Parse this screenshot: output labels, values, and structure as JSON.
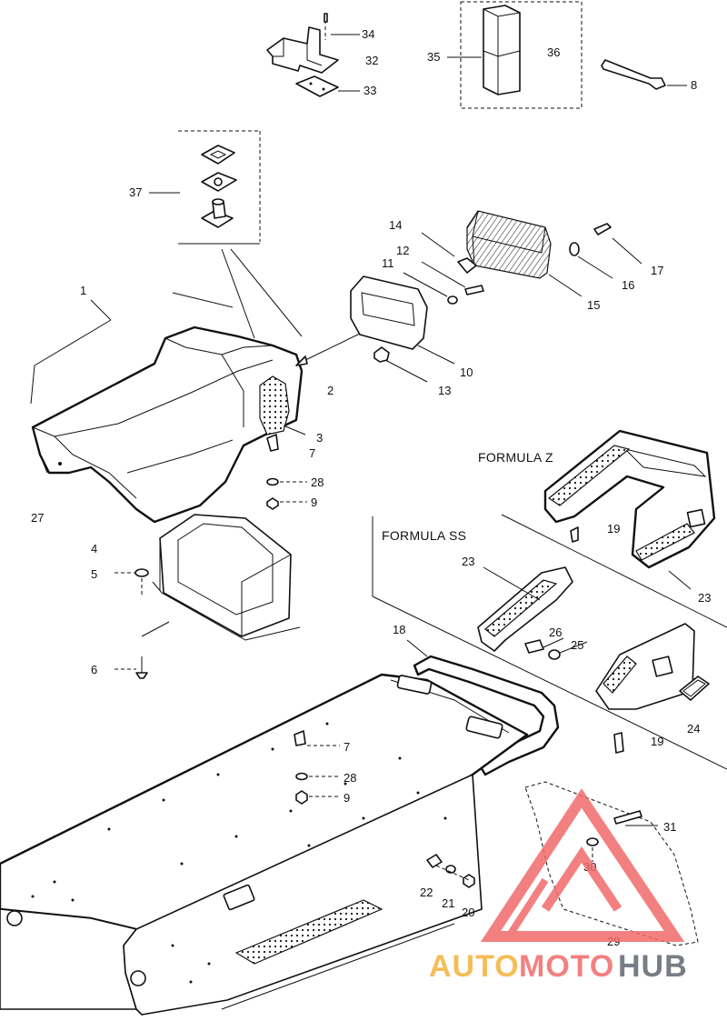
{
  "variants": {
    "formula_z": "FORMULA Z",
    "formula_ss": "FORMULA SS"
  },
  "callouts": {
    "c1": "1",
    "c2": "2",
    "c3": "3",
    "c4": "4",
    "c5": "5",
    "c6": "6",
    "c7a": "7",
    "c7b": "7",
    "c8": "8",
    "c9a": "9",
    "c9b": "9",
    "c10": "10",
    "c11": "11",
    "c12": "12",
    "c13": "13",
    "c14": "14",
    "c15": "15",
    "c16": "16",
    "c17": "17",
    "c18": "18",
    "c19a": "19",
    "c19b": "19",
    "c20": "20",
    "c21": "21",
    "c22": "22",
    "c23a": "23",
    "c23b": "23",
    "c24": "24",
    "c25": "25",
    "c26": "26",
    "c27": "27",
    "c28a": "28",
    "c28b": "28",
    "c29": "29",
    "c30": "30",
    "c31": "31",
    "c32": "32",
    "c33": "33",
    "c34": "34",
    "c35": "35",
    "c36": "36",
    "c37": "37"
  },
  "watermark": {
    "part1": "AUTO",
    "part2": "MOTO",
    "part3": "HUB",
    "color_primary": "#f26b6b",
    "color_secondary": "#f3b23a",
    "color_dark": "#5f6770"
  }
}
